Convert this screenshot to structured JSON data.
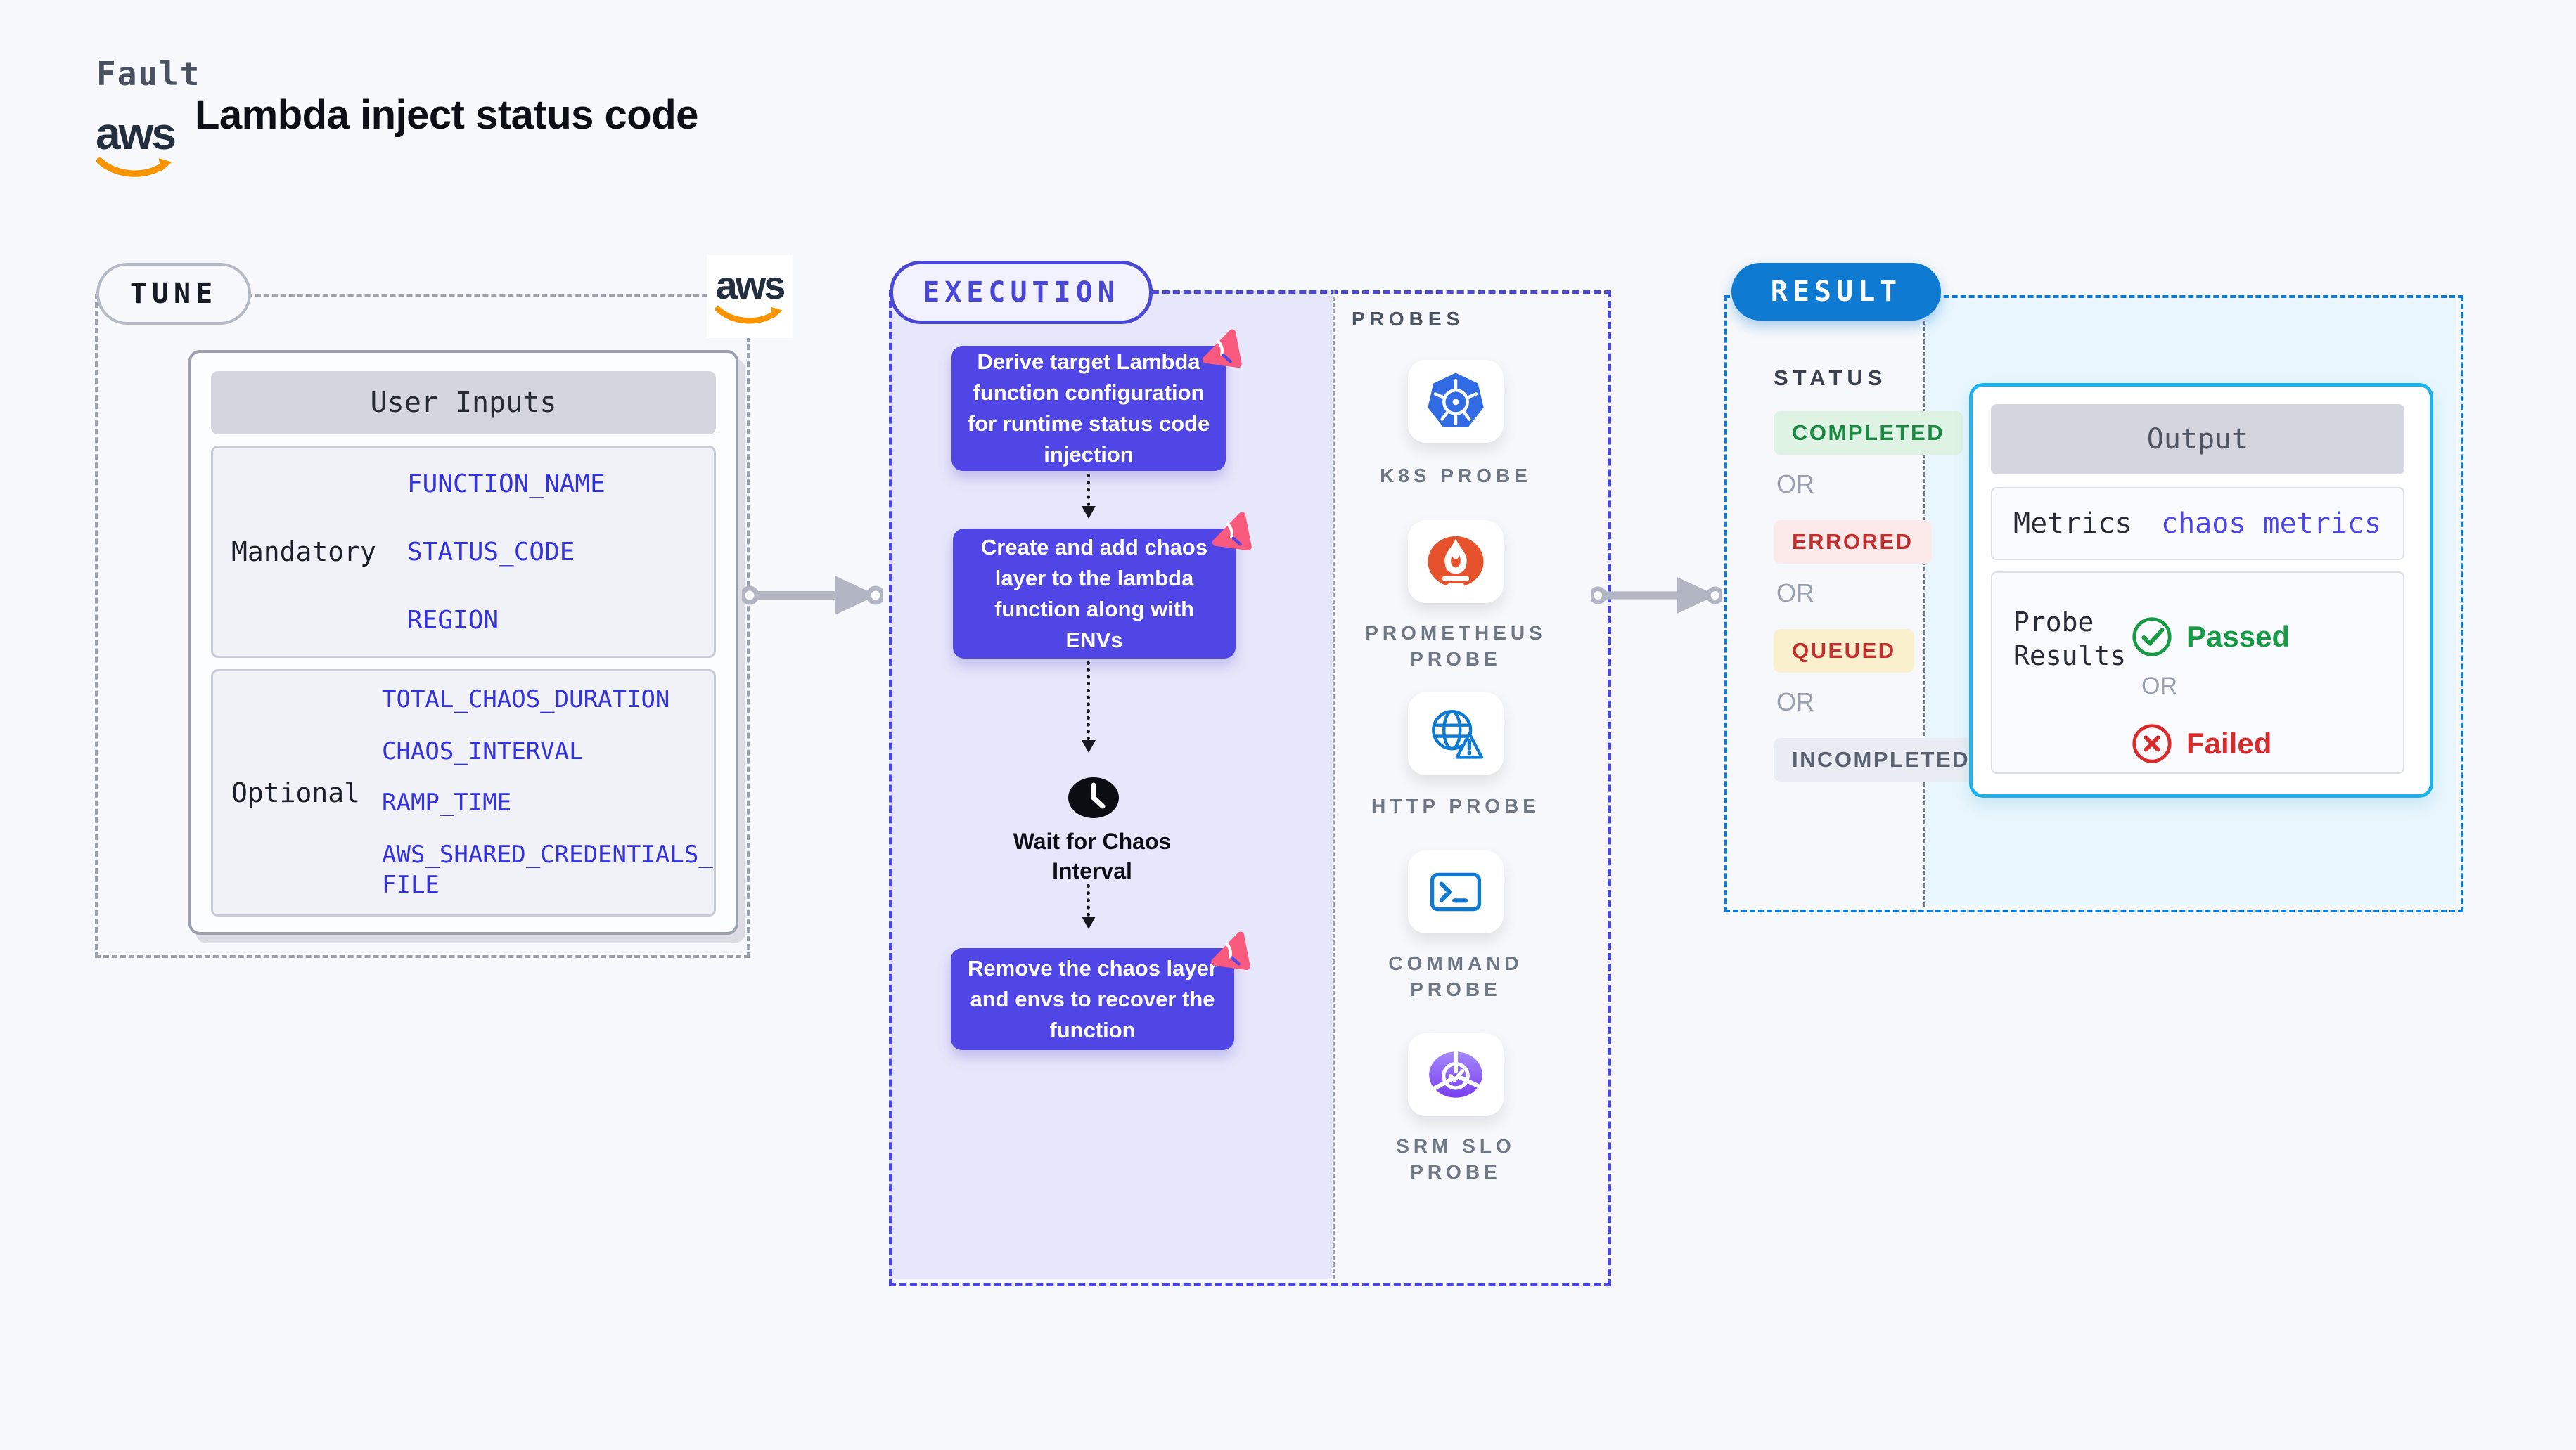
{
  "header": {
    "eyebrow": "Fault",
    "title": "Lambda inject status code",
    "aws_label": "aws"
  },
  "tune": {
    "pill": "TUNE",
    "card": {
      "header": "User Inputs",
      "mandatory": {
        "label": "Mandatory",
        "vars": [
          "FUNCTION_NAME",
          "STATUS_CODE",
          "REGION"
        ]
      },
      "optional": {
        "label": "Optional",
        "vars": [
          "TOTAL_CHAOS_DURATION",
          "CHAOS_INTERVAL",
          "RAMP_TIME",
          "AWS_SHARED_CREDENTIALS_FILE"
        ]
      }
    }
  },
  "execution": {
    "pill": "EXECUTION",
    "steps": [
      "Derive target Lambda function configuration for runtime status code injection",
      "Create and add chaos layer to the lambda function along with ENVs",
      "Remove the chaos layer and envs to recover the function"
    ],
    "wait_label": "Wait for Chaos Interval"
  },
  "probes": {
    "label": "PROBES",
    "items": [
      {
        "name": "K8S PROBE",
        "icon": "kubernetes-icon"
      },
      {
        "name": "PROMETHEUS PROBE",
        "icon": "prometheus-icon"
      },
      {
        "name": "HTTP PROBE",
        "icon": "http-globe-warning-icon"
      },
      {
        "name": "COMMAND PROBE",
        "icon": "terminal-icon"
      },
      {
        "name": "SRM SLO PROBE",
        "icon": "srm-slo-icon"
      }
    ]
  },
  "result": {
    "pill": "RESULT",
    "status_heading": "STATUS",
    "or": "OR",
    "statuses": [
      {
        "label": "COMPLETED",
        "bg": "#def3e4",
        "color": "#1a8a42"
      },
      {
        "label": "ERRORED",
        "bg": "#fce9e9",
        "color": "#c22f2f"
      },
      {
        "label": "QUEUED",
        "bg": "#fbf0cd",
        "color": "#c22f2f"
      },
      {
        "label": "INCOMPLETED",
        "bg": "#eaecf3",
        "color": "#5a6170"
      }
    ],
    "output": {
      "header": "Output",
      "metrics_label": "Metrics",
      "metrics_value": "chaos metrics",
      "probe_label": "Probe Results",
      "passed": "Passed",
      "or": "OR",
      "failed": "Failed"
    }
  },
  "colors": {
    "indigo_accent": "#4f46e5",
    "execution_border": "#4a46d8",
    "result_blue": "#0f7ad2",
    "output_border": "#1db3e8",
    "chaos_pink": "#fa5a7d",
    "passed_green": "#169a43",
    "failed_red": "#d92b2b",
    "aws_orange": "#f79400",
    "kubernetes_blue": "#326ce5",
    "prometheus_orange": "#e6522c",
    "env_var_blue": "#3431de"
  }
}
